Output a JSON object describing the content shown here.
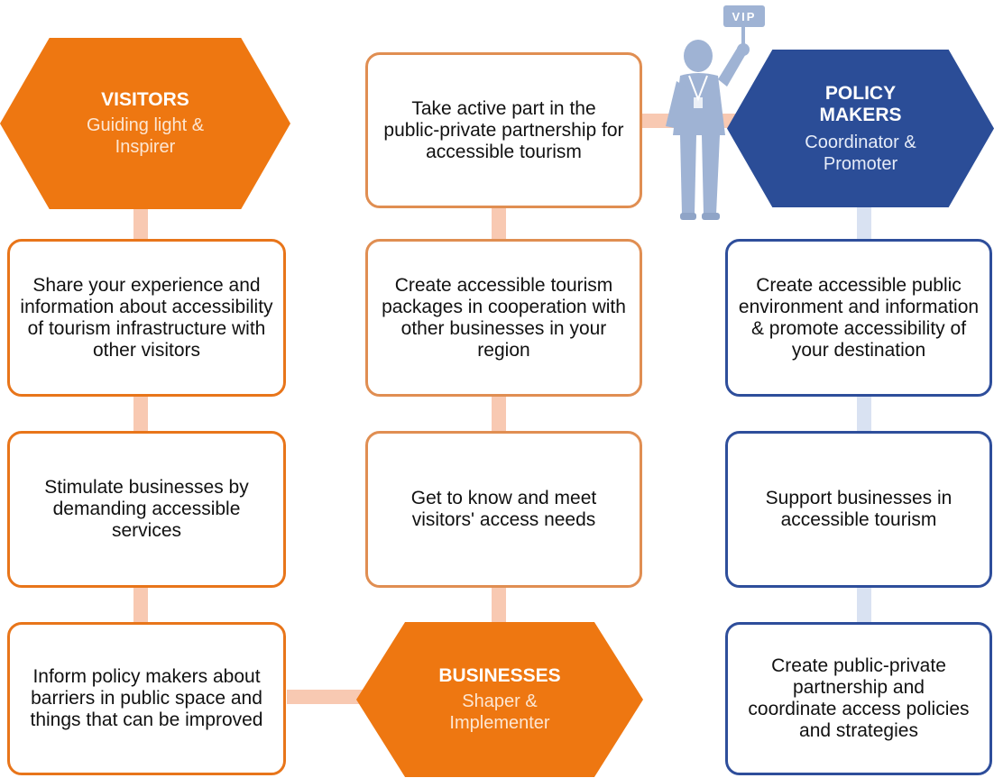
{
  "visitors": {
    "title": "VISITORS",
    "role": "Guiding light & Inspirer",
    "steps": [
      "Share your experience and information about accessibility of tourism infrastructure with other visitors",
      "Stimulate businesses by demanding accessible services",
      "Inform policy makers about barriers in public space and things that can be improved"
    ]
  },
  "businesses": {
    "title": "BUSINESSES",
    "role": "Shaper & Implementer",
    "steps": [
      "Take active part in the public-private partnership for accessible tourism",
      "Create accessible tourism packages in cooperation with other businesses in your region",
      "Get to know and meet visitors' access needs"
    ]
  },
  "policy_makers": {
    "title": "POLICY MAKERS",
    "role": "Coordinator & Promoter",
    "steps": [
      "Create accessible public environment and information & promote accessibility  of your destination",
      "Support businesses in accessible tourism",
      "Create public-private partnership and coordinate access policies and strategies"
    ]
  },
  "vip_sign": "VIP",
  "colors": {
    "orange": "#EE7711",
    "orange_border": "#E8751A",
    "blue": "#2B4D97",
    "connector_orange": "#F8C9B2",
    "connector_blue": "#D9E2F2"
  }
}
